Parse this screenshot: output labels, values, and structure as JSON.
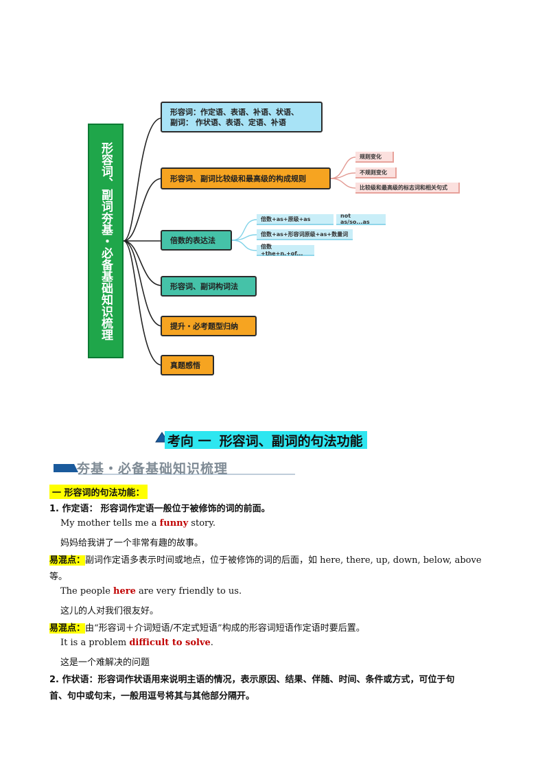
{
  "mindmap": {
    "root": "形容词、副词夯基・必备基础知识梳理",
    "node1_line1": "形容词：作定语、表语、补语、状语、",
    "node1_line2": "副词：  作状语、表语、定语、补语",
    "node2": "形容词、副词比较级和最高级的构成规则",
    "node2_leaves": [
      "规则变化",
      "不规则变化",
      "比较级和最高级的标志词和相关句式"
    ],
    "node3": "倍数的表达法",
    "node3_leaves": [
      "倍数+as+原级+as",
      "not as/so...as",
      "倍数+as+形容词原级+as+数量词",
      "倍数+the+n.+of..."
    ],
    "node4": "形容词、副词构词法",
    "node5": "提升・必考题型归纳",
    "node6": "真题感悟"
  },
  "section": {
    "title_prefix": "考向 一",
    "title": "形容词、副词的句法功能",
    "subtitle": "夯基・必备基础知识梳理",
    "heading1": "一  形容词的句法功能："
  },
  "content": {
    "p1_head": "1. 作定语：",
    "p1_text": "形容词作定语一般位于被修饰的词的前面。",
    "ex1_pre": "My mother tells me a ",
    "ex1_key": "funny",
    "ex1_post": " story.",
    "ex1_cn": "妈妈给我讲了一个非常有趣的故事。",
    "note_label": "易混点：",
    "note1_text": "副词作定语多表示时间或地点，位于被修饰的词的后面，如 here, there, up, down, below, above",
    "note1_cont": "等。",
    "ex2_pre": "The people ",
    "ex2_key": "here",
    "ex2_post": " are very friendly to us.",
    "ex2_cn": "这儿的人对我们很友好。",
    "note2_text": "由“形容词＋介词短语/不定式短语”构成的形容词短语作定语时要后置。",
    "ex3_pre": "It is a problem ",
    "ex3_key": "difficult to solve",
    "ex3_post": ".",
    "ex3_cn": "这是一个难解决的问题",
    "p2_line1": "2. 作状语：形容词作状语用来说明主语的情况，表示原因、结果、伴随、时间、条件或方式，可位于句",
    "p2_line2": "首、句中或句末，一般用逗号将其与其他部分隔开。"
  }
}
